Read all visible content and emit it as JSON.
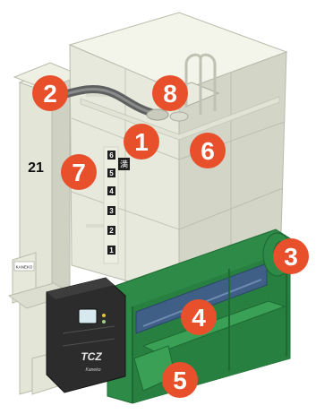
{
  "machine": {
    "elevator_number": "21",
    "panel_model": "TCZ",
    "panel_brand": "Kaneko",
    "badge_text": "KANEKO",
    "kanji_label": "満",
    "level_labels": [
      "6",
      "5",
      "4",
      "3",
      "2",
      "1"
    ]
  },
  "callouts": [
    {
      "number": "1"
    },
    {
      "number": "2"
    },
    {
      "number": "3"
    },
    {
      "number": "4"
    },
    {
      "number": "5"
    },
    {
      "number": "6"
    },
    {
      "number": "7"
    },
    {
      "number": "8"
    }
  ],
  "colors": {
    "callout": "#e8502b",
    "body": "#e7e9dc",
    "body_shade": "#cfd2c2",
    "green": "#2e8a47",
    "green_dark": "#1d6a33",
    "panel": "#2f2f2f",
    "pipe": "#6e6e6e"
  }
}
